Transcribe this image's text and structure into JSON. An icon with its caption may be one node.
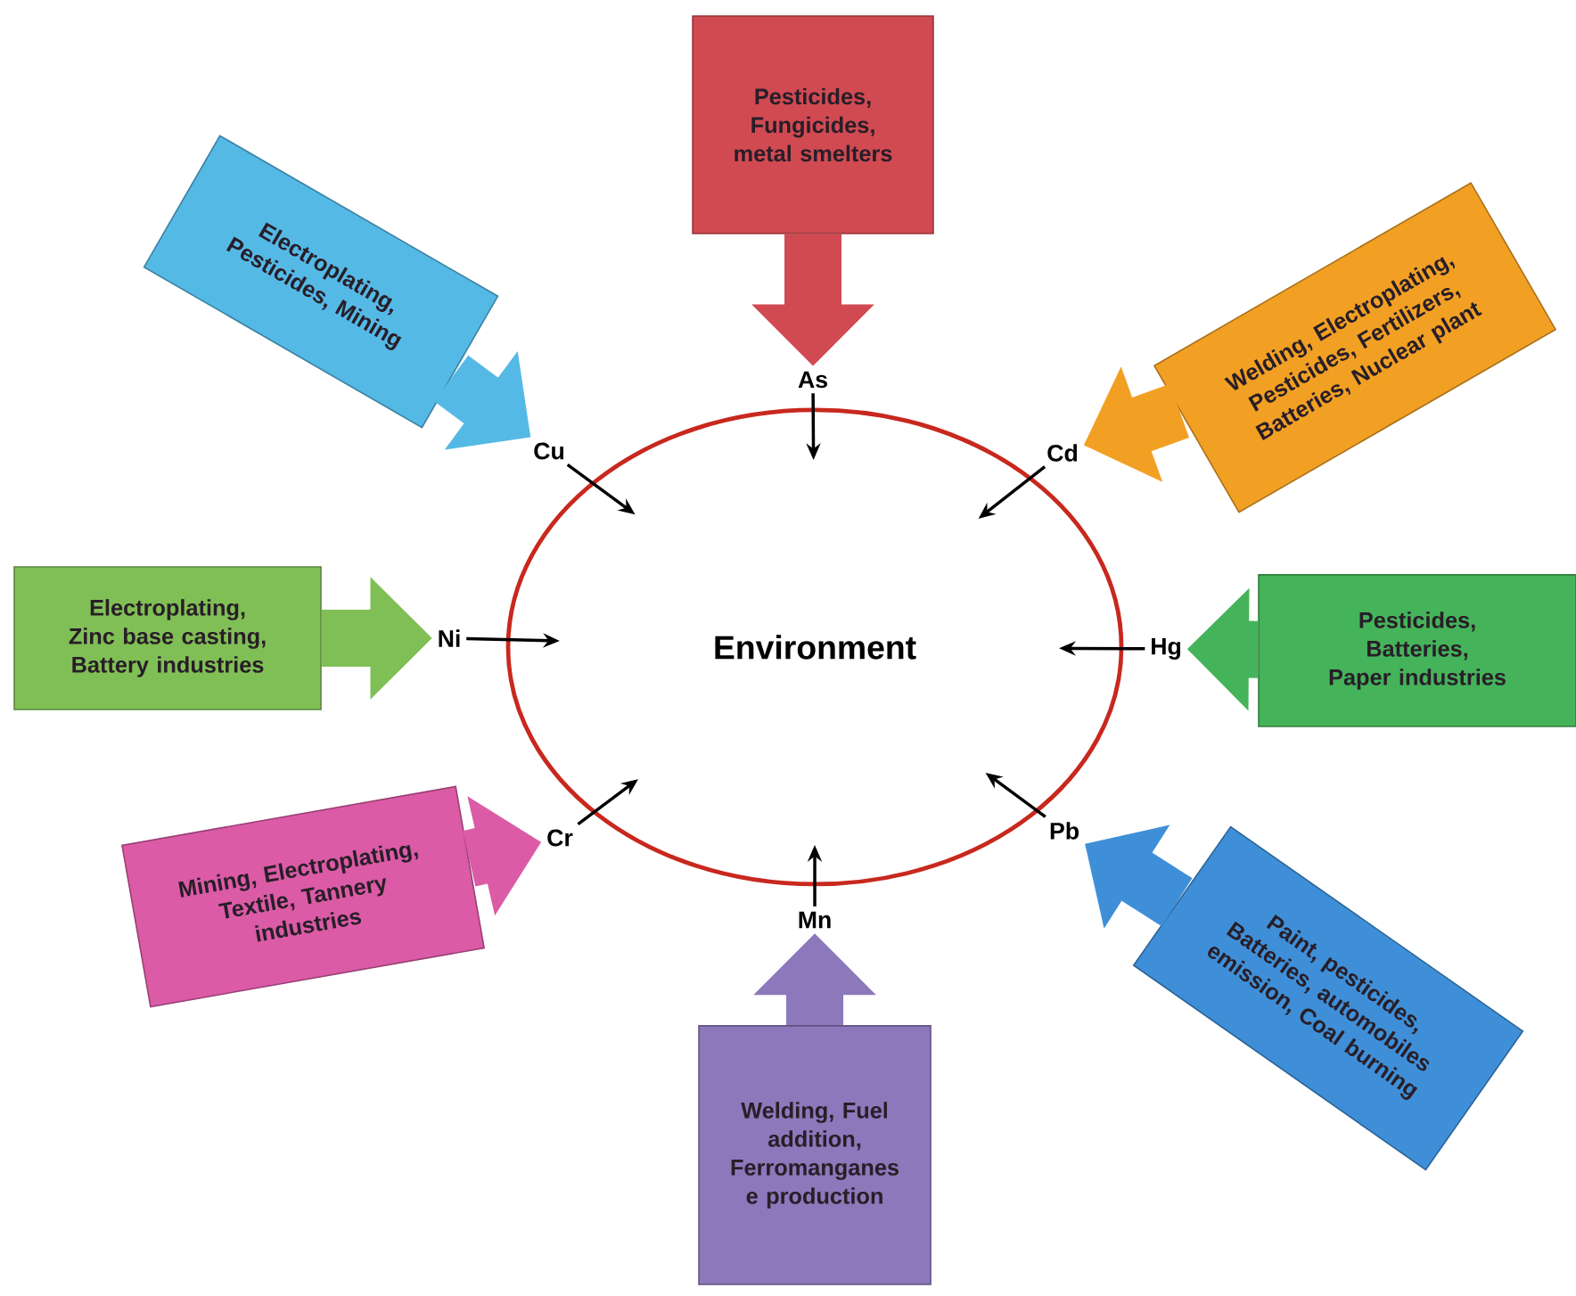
{
  "diagram": {
    "nodes": [
      {
        "text": [
          "Environment"
        ]
      },
      {
        "text": [
          "Pesticides, Fungicides, metal smelters"
        ]
      },
      {
        "text": [
          "As"
        ]
      },
      {
        "text": [
          "Electroplating, Pesticides, Mining"
        ]
      },
      {
        "text": [
          "Cu"
        ]
      },
      {
        "text": [
          "Welding, Electroplating, Pesticides, Fertilizers, Batteries, Nuclear plant"
        ]
      },
      {
        "text": [
          "Cd"
        ]
      },
      {
        "text": [
          "Electroplating, Zinc base casting, Battery industries"
        ]
      },
      {
        "text": [
          "Ni"
        ]
      },
      {
        "text": [
          "Pesticides, Batteries, Paper industries"
        ]
      },
      {
        "text": [
          "Hg"
        ]
      },
      {
        "text": [
          "Mining, Electroplating, Textile, Tannery industries"
        ]
      },
      {
        "text": [
          "Cr"
        ]
      },
      {
        "text": [
          "Paint, pesticides, Batteries, automobiles emission, Coal burning"
        ]
      },
      {
        "text": [
          "Pb"
        ]
      },
      {
        "text": [
          "Welding, Fuel addition, Ferromanganes e production"
        ]
      },
      {
        "text": [
          "Mn"
        ]
      }
    ],
    "edges": [
      {
        "from": 1,
        "to": 2,
        "arrow": "to",
        "style": "thick",
        "color": "#d14a52"
      },
      {
        "from": 3,
        "to": 4,
        "arrow": "to",
        "style": "thick",
        "color": "#55b9e6"
      },
      {
        "from": 5,
        "to": 6,
        "arrow": "to",
        "style": "thick",
        "color": "#f2a024"
      },
      {
        "from": 7,
        "to": 8,
        "arrow": "to",
        "style": "thick",
        "color": "#80bf55"
      },
      {
        "from": 9,
        "to": 10,
        "arrow": "to",
        "style": "thick",
        "color": "#45b35a"
      },
      {
        "from": 11,
        "to": 12,
        "arrow": "to",
        "style": "thick",
        "color": "#db5ba6"
      },
      {
        "from": 13,
        "to": 14,
        "arrow": "to",
        "style": "thick",
        "color": "#3f8fd8"
      },
      {
        "from": 15,
        "to": 16,
        "arrow": "to",
        "style": "thick",
        "color": "#8c78ba"
      },
      {
        "from": 2,
        "to": 0,
        "arrow": "to"
      },
      {
        "from": 4,
        "to": 0,
        "arrow": "to"
      },
      {
        "from": 6,
        "to": 0,
        "arrow": "to"
      },
      {
        "from": 8,
        "to": 0,
        "arrow": "to"
      },
      {
        "from": 10,
        "to": 0,
        "arrow": "to"
      },
      {
        "from": 12,
        "to": 0,
        "arrow": "to"
      },
      {
        "from": 14,
        "to": 0,
        "arrow": "to"
      },
      {
        "from": 16,
        "to": 0,
        "arrow": "to"
      }
    ]
  }
}
